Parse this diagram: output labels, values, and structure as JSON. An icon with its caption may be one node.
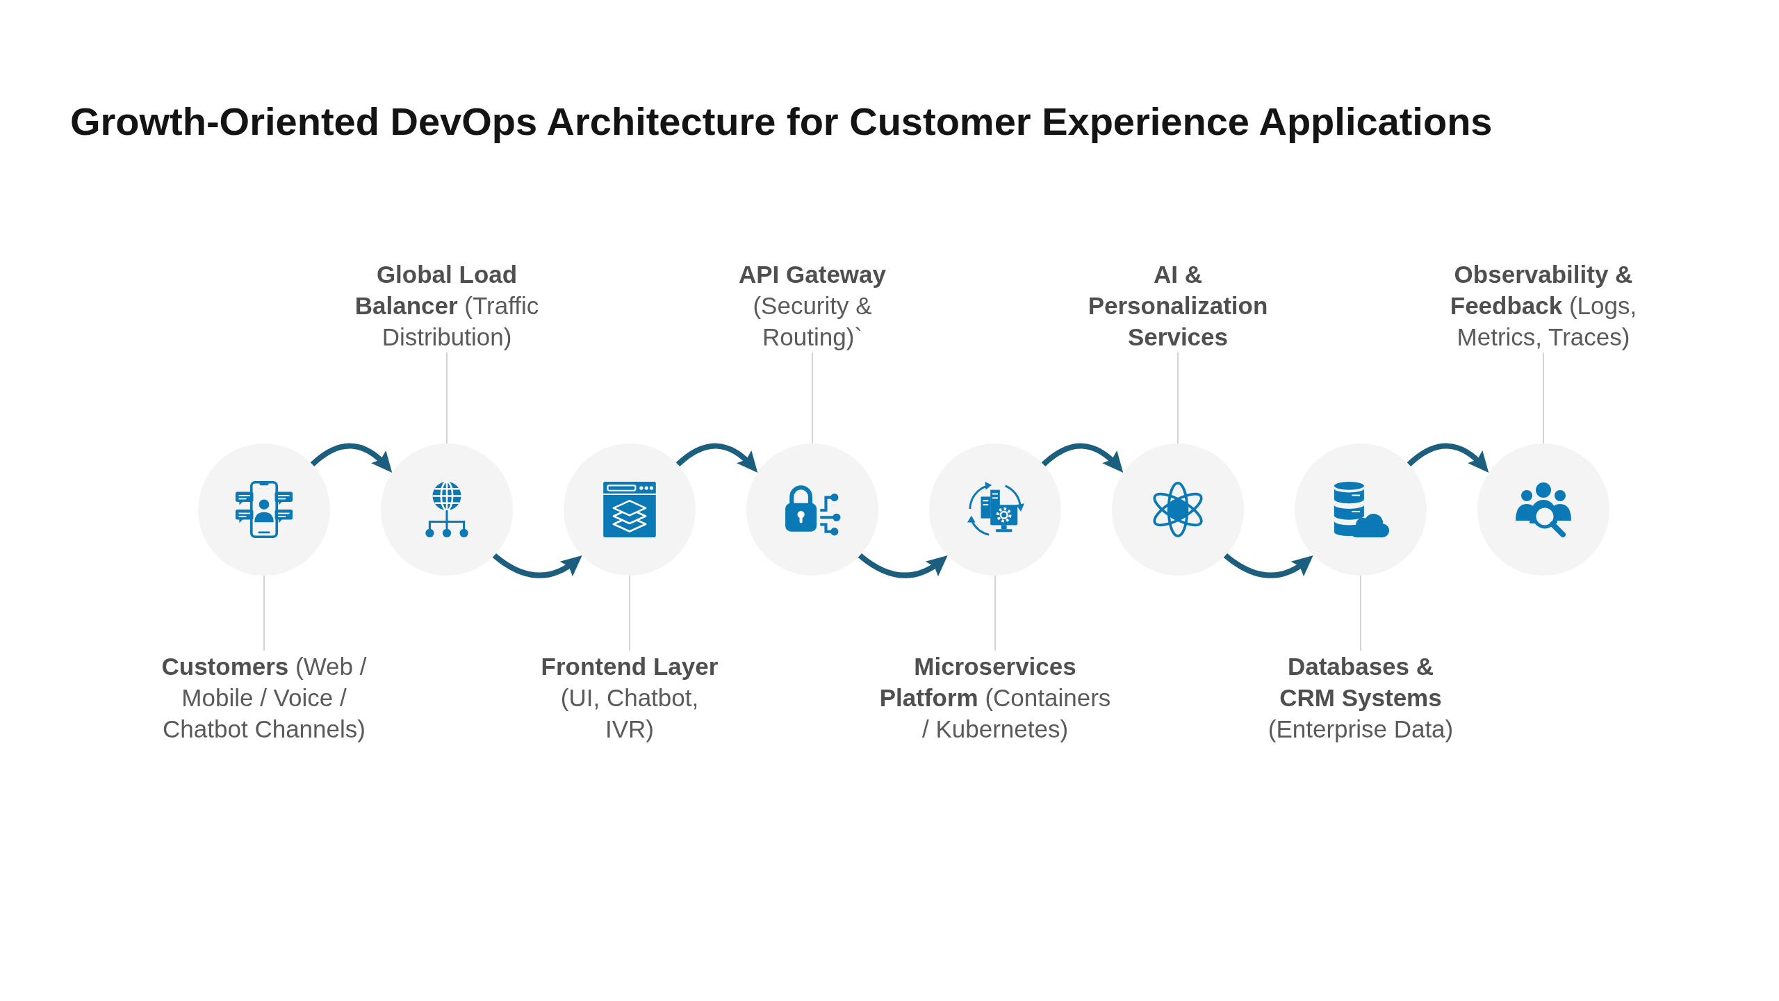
{
  "diagram": {
    "title": "Growth-Oriented DevOps Architecture for Customer Experience Applications",
    "nodes": [
      {
        "text": [
          "**Customers** (Web / Mobile / Voice / Chatbot Channels)"
        ]
      },
      {
        "text": [],
        "shape": "circle"
      },
      {
        "text": [
          "**Global Load Balancer** (Traffic Distribution)"
        ]
      },
      {
        "text": [],
        "shape": "circle"
      },
      {
        "text": [
          "**Frontend Layer** (UI, Chatbot, IVR)"
        ]
      },
      {
        "text": [],
        "shape": "circle"
      },
      {
        "text": [
          "**API Gateway** (Security & Routing)`"
        ]
      },
      {
        "text": [],
        "shape": "circle"
      },
      {
        "text": [
          "**Microservices Platform** (Containers / Kubernetes)"
        ]
      },
      {
        "text": [],
        "shape": "circle"
      },
      {
        "text": [
          "**AI & Personalization Services**"
        ]
      },
      {
        "text": [],
        "shape": "circle"
      },
      {
        "text": [
          "**Databases & CRM Systems** (Enterprise Data)"
        ]
      },
      {
        "text": [],
        "shape": "circle"
      },
      {
        "text": [
          "**Observability & Feedback** (Logs, Metrics, Traces)"
        ]
      },
      {
        "text": [],
        "shape": "circle"
      }
    ],
    "edges": [
      {
        "from": 0,
        "to": 1,
        "arrow": "none"
      },
      {
        "from": 2,
        "to": 3,
        "arrow": "none"
      },
      {
        "from": 4,
        "to": 5,
        "arrow": "none"
      },
      {
        "from": 6,
        "to": 7,
        "arrow": "none"
      },
      {
        "from": 8,
        "to": 9,
        "arrow": "none"
      },
      {
        "from": 10,
        "to": 11,
        "arrow": "none"
      },
      {
        "from": 12,
        "to": 13,
        "arrow": "none"
      },
      {
        "from": 14,
        "to": 15,
        "arrow": "none"
      },
      {
        "from": 1,
        "to": 3,
        "arrow": "to",
        "style": "thick",
        "color": "#1c5e7e"
      },
      {
        "from": 3,
        "to": 5,
        "arrow": "to",
        "style": "thick",
        "color": "#1c5e7e"
      },
      {
        "from": 5,
        "to": 7,
        "arrow": "to",
        "style": "thick",
        "color": "#1c5e7e"
      },
      {
        "from": 7,
        "to": 9,
        "arrow": "to",
        "style": "thick",
        "color": "#1c5e7e"
      },
      {
        "from": 9,
        "to": 11,
        "arrow": "to",
        "style": "thick",
        "color": "#1c5e7e"
      },
      {
        "from": 11,
        "to": 13,
        "arrow": "to",
        "style": "thick",
        "color": "#1c5e7e"
      },
      {
        "from": 13,
        "to": 15,
        "arrow": "to",
        "style": "thick",
        "color": "#1c5e7e"
      }
    ]
  }
}
